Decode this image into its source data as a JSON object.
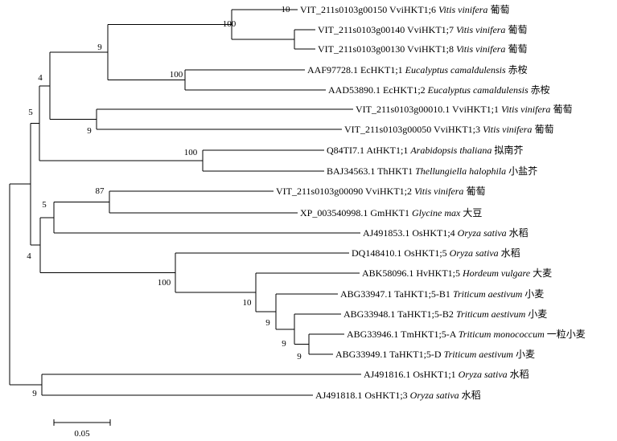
{
  "taxa": [
    {
      "id": "t1",
      "acc": "VIT_211s0103g00150",
      "gene": "VviHKT1;6",
      "species": "Vitis vinifera",
      "common": "葡萄"
    },
    {
      "id": "t2",
      "acc": "VIT_211s0103g00140",
      "gene": "VviHKT1;7",
      "species": "Vitis vinifera",
      "common": "葡萄"
    },
    {
      "id": "t3",
      "acc": "VIT_211s0103g00130",
      "gene": "VviHKT1;8",
      "species": "Vitis vinifera",
      "common": "葡萄"
    },
    {
      "id": "t4",
      "acc": "AAF97728.1",
      "gene": "EcHKT1;1",
      "species": "Eucalyptus camaldulensis",
      "common": "赤桉"
    },
    {
      "id": "t5",
      "acc": "AAD53890.1",
      "gene": "EcHKT1;2",
      "species": "Eucalyptus camaldulensis",
      "common": "赤桉"
    },
    {
      "id": "t6",
      "acc": "VIT_211s0103g00010.1",
      "gene": "VviHKT1;1",
      "species": "Vitis vinifera",
      "common": "葡萄"
    },
    {
      "id": "t7",
      "acc": "VIT_211s0103g00050",
      "gene": "VviHKT1;3",
      "species": "Vitis vinifera",
      "common": "葡萄"
    },
    {
      "id": "t8",
      "acc": "Q84TI7.1",
      "gene": "AtHKT1;1",
      "species": "Arabidopsis thaliana",
      "common": "拟南芥"
    },
    {
      "id": "t9",
      "acc": "BAJ34563.1",
      "gene": "ThHKT1",
      "species": "Thellungiella halophila",
      "common": "小盐芥"
    },
    {
      "id": "t10",
      "acc": "VIT_211s0103g00090",
      "gene": "VviHKT1;2",
      "species": "Vitis vinifera",
      "common": "葡萄"
    },
    {
      "id": "t11",
      "acc": "XP_003540998.1",
      "gene": "GmHKT1",
      "species": "Glycine max",
      "common": "大豆"
    },
    {
      "id": "t12",
      "acc": "AJ491853.1",
      "gene": "OsHKT1;4",
      "species": "Oryza sativa",
      "common": "水稻"
    },
    {
      "id": "t13",
      "acc": "DQ148410.1",
      "gene": "OsHKT1;5",
      "species": "Oryza sativa",
      "common": "水稻"
    },
    {
      "id": "t14",
      "acc": "ABK58096.1",
      "gene": "HvHKT1;5",
      "species": "Hordeum vulgare",
      "common": "大麦"
    },
    {
      "id": "t15",
      "acc": "ABG33947.1",
      "gene": "TaHKT1;5-B1",
      "species": "Triticum aestivum",
      "common": "小麦"
    },
    {
      "id": "t16",
      "acc": "ABG33948.1",
      "gene": "TaHKT1;5-B2",
      "species": "Triticum aestivum",
      "common": "小麦"
    },
    {
      "id": "t17",
      "acc": "ABG33946.1",
      "gene": "TmHKT1;5-A",
      "species": "Triticum monococcum",
      "common": "一粒小麦"
    },
    {
      "id": "t18",
      "acc": "ABG33949.1",
      "gene": "TaHKT1;5-D",
      "species": "Triticum aestivum",
      "common": "小麦"
    },
    {
      "id": "t19",
      "acc": "AJ491816.1",
      "gene": "OsHKT1;1",
      "species": "Oryza sativa",
      "common": "水稻"
    },
    {
      "id": "t20",
      "acc": "AJ491818.1",
      "gene": "OsHKT1;3",
      "species": "Oryza sativa",
      "common": "水稻"
    }
  ],
  "bootstrap": [
    {
      "id": "b1",
      "value": "10"
    },
    {
      "id": "b2",
      "value": "100"
    },
    {
      "id": "b3",
      "value": "9"
    },
    {
      "id": "b4",
      "value": "4"
    },
    {
      "id": "b5",
      "value": "100"
    },
    {
      "id": "b6",
      "value": "9"
    },
    {
      "id": "b7",
      "value": "5"
    },
    {
      "id": "b8",
      "value": "100"
    },
    {
      "id": "b9",
      "value": "87"
    },
    {
      "id": "b10",
      "value": "5"
    },
    {
      "id": "b11",
      "value": "4"
    },
    {
      "id": "b12",
      "value": "100"
    },
    {
      "id": "b13",
      "value": "10"
    },
    {
      "id": "b14",
      "value": "9"
    },
    {
      "id": "b15",
      "value": "9"
    },
    {
      "id": "b16",
      "value": "9"
    }
  ],
  "scale_bar": {
    "label": "0.05"
  }
}
